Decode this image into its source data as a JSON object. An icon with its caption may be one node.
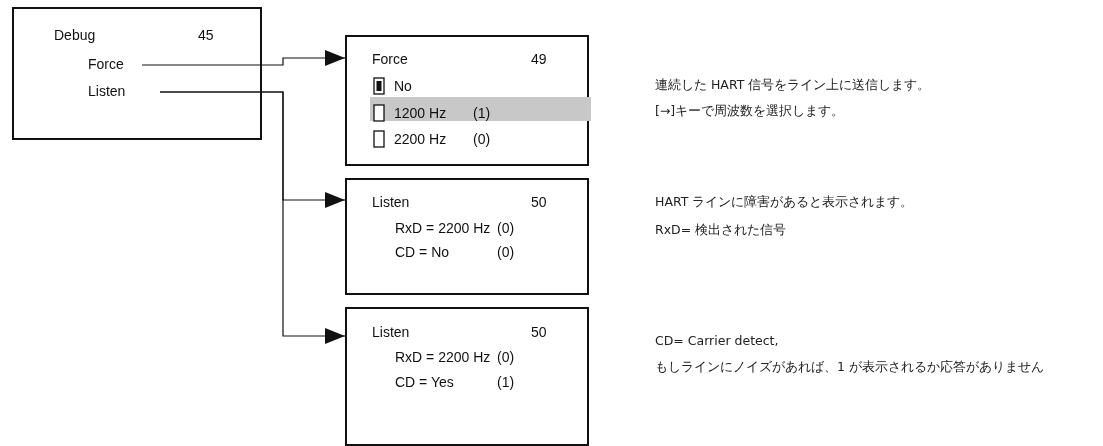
{
  "diagram": {
    "nodes": [
      {
        "text": [
          "Debug",
          "45"
        ]
      },
      {
        "text": [
          "Force"
        ],
        "in": 0
      },
      {
        "text": [
          "Listen"
        ],
        "in": 0
      },
      {
        "text": [
          "Force",
          "49",
          "No",
          "1200 Hz",
          "(1)",
          "2200 Hz",
          "(0)"
        ],
        "beside": [
          "連続した HART 信号をライン上に送信します。",
          "[→]キーで周波数を選択します。"
        ]
      },
      {
        "text": [
          "Listen",
          "50",
          "RxD = 2200 Hz",
          "(0)",
          "CD = No",
          "(0)"
        ],
        "beside": [
          "HART ラインに障害があると表示されます。",
          "RxD= 検出された信号"
        ]
      },
      {
        "text": [
          "Listen",
          "50",
          "RxD = 2200 Hz",
          "(0)",
          "CD = Yes",
          "(1)"
        ],
        "beside": [
          "CD= Carrier detect,",
          "もしラインにノイズがあれば、1 が表示されるか応答がありません"
        ]
      }
    ],
    "edges": [
      {
        "from": 1,
        "to": 3,
        "arrow": "to"
      },
      {
        "from": 2,
        "to": 4,
        "arrow": "to"
      },
      {
        "from": 2,
        "to": 5,
        "arrow": "to"
      }
    ]
  }
}
